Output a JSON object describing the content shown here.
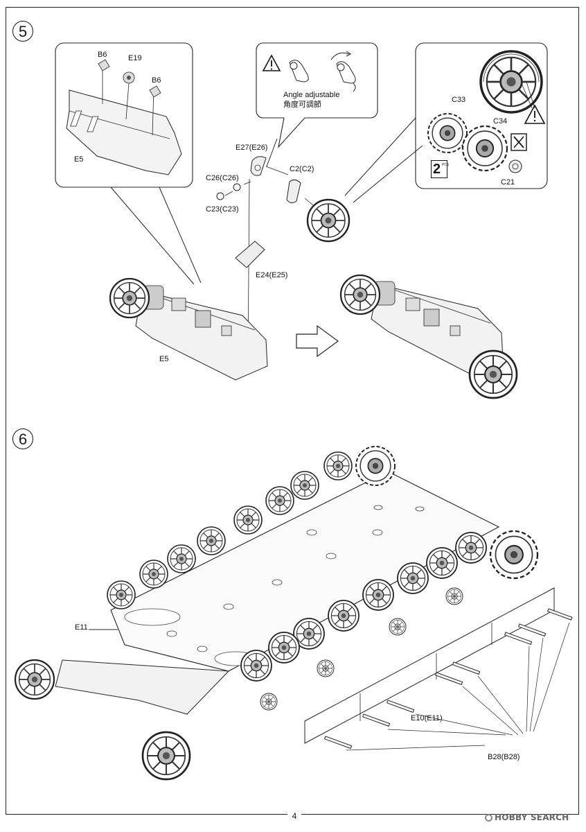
{
  "page_number": "4",
  "watermark": "HOBBY SEARCH",
  "steps": [
    {
      "number": "5"
    },
    {
      "number": "6"
    }
  ],
  "callout": {
    "line1": "Angle adjustable",
    "line2": "角度可調節"
  },
  "pcs_badge": {
    "count": "2",
    "unit": "PCS"
  },
  "labels": {
    "b6_left": "B6",
    "e19": "E19",
    "b6_right": "B6",
    "e5_inset": "E5",
    "e27": "E27(E26)",
    "c26": "C26(C26)",
    "c23": "C23(C23)",
    "c2": "C2(C2)",
    "e24": "E24(E25)",
    "e5_main": "E5",
    "c33": "C33",
    "c34": "C34",
    "c21": "C21",
    "e11": "E11",
    "e10": "E10(E11)",
    "b28": "B28(B28)"
  },
  "icons": [
    "warning-icon",
    "rotate-arrow-icon",
    "no-glue-icon",
    "assembly-arrow-icon"
  ]
}
